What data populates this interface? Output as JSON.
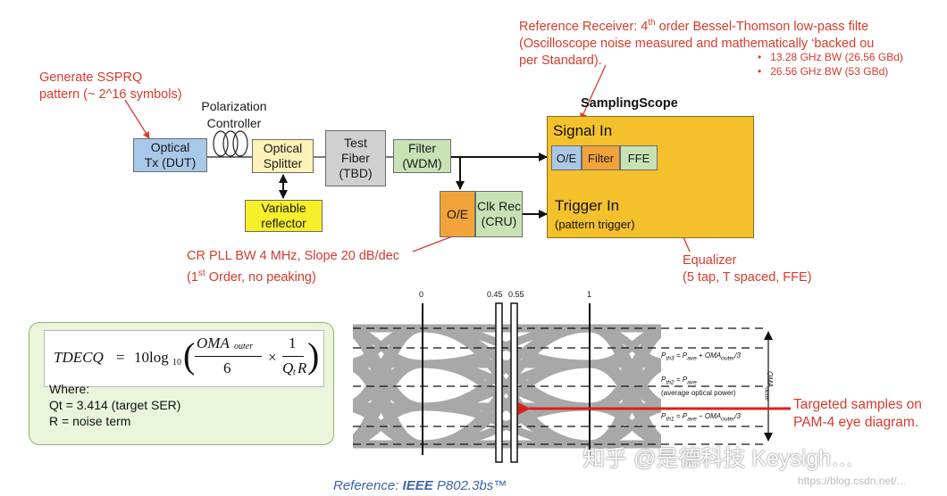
{
  "annotations": {
    "ref_receiver": {
      "line1": "Reference Receiver:  4",
      "line1_sup": "th",
      "line1_rest": " order Bessel-Thomson low-pass filte",
      "line2": "(Oscilloscope noise measured and mathematically ‘backed ou",
      "line3": "per Standard).",
      "bullets": [
        "13.28 GHz BW (26.56 GBd)",
        "26.56 GHz BW (53 GBd)"
      ]
    },
    "sspr": {
      "line1": "Generate SSPRQ",
      "line2": "pattern (~ 2^16 symbols)"
    },
    "polarization": {
      "line1": "Polarization",
      "line2": "Controller"
    },
    "cr_pll": {
      "line1": "CR PLL BW 4 MHz, Slope 20 dB/dec",
      "line2_pre": "(1",
      "line2_sup": "st",
      "line2_rest": " Order, no peaking)"
    },
    "equalizer": {
      "line1": "Equalizer",
      "line2": "(5 tap, T spaced, FFE)"
    },
    "targeted": {
      "line1": "Targeted samples on",
      "line2": "PAM-4 eye diagram."
    }
  },
  "blocks": {
    "optical_tx": {
      "line1": "Optical",
      "line2": "Tx (DUT)"
    },
    "optical_splitter": {
      "line1": "Optical",
      "line2": "Splitter"
    },
    "test_fiber": {
      "line1": "Test",
      "line2": "Fiber",
      "line3": "(TBD)"
    },
    "filter_wdm": {
      "line1": "Filter",
      "line2": "(WDM)"
    },
    "variable_reflector": {
      "line1": "Variable",
      "line2": "reflector"
    },
    "oe_outer": "O/E",
    "clk_rec": {
      "line1": "Clk Rec",
      "line2": "(CRU)"
    }
  },
  "scope": {
    "title": "SamplingScope",
    "signal_in": "Signal In",
    "oe": "O/E",
    "filter": "Filter",
    "ffe": "FFE",
    "trigger_in": "Trigger In",
    "trigger_sub": "(pattern trigger)"
  },
  "formula": {
    "lhs": "TDECQ",
    "eq": "=",
    "coef": "10log",
    "sub10": "10",
    "num": "OMA",
    "num_sub": "outer",
    "den": "6",
    "times": "×",
    "num2": "1",
    "den2_q": "Q",
    "den2_t": "t",
    "den2_r": "R",
    "where": "Where:",
    "qt": "Qt = 3.414 (target SER)",
    "r": "R = noise term"
  },
  "eye": {
    "tick_0": "0",
    "tick_045": "0.45",
    "tick_055": "0.55",
    "tick_1": "1",
    "pth3": "P",
    "pth3_sub": "th3",
    "pth3_rest": " = P",
    "pth3_ave": "ave",
    "pth3_tail": " + OMA",
    "pth3_outer": "outer",
    "pth3_end": "/3",
    "pth2": "P",
    "pth2_sub": "th2",
    "pth2_rest": " = P",
    "pth2_ave": "ave",
    "pth2_note": "(average optical power)",
    "pth1": "P",
    "pth1_sub": "th1",
    "pth1_rest": " = P",
    "pth1_ave": "ave",
    "pth1_tail": " − OMA",
    "pth1_outer": "outer",
    "pth1_end": "/3",
    "oma_label": "OMA",
    "oma_sub": "outer"
  },
  "reference": {
    "prefix": "Reference:  ",
    "ieee": "IEEE",
    "std": " P802.3bs™"
  },
  "watermark": {
    "main": "知乎 @是德科技 Keysigh…",
    "url": "https://blog.csdn.net/..."
  },
  "colors": {
    "annotation_red": "#d93a2b",
    "tx_blue": "#a9c8e8",
    "splitter_yellow": "#fff2b8",
    "fiber_gray": "#d0d0d0",
    "filter_green": "#c7e3b6",
    "reflector_yellow": "#f6ef29",
    "oe_orange": "#f2a43a",
    "scope_gold": "#f4c12d",
    "formula_bg": "#ebf5dc",
    "eye_gray": "#9a9a9a",
    "eye_blue": "#3b4ec4"
  }
}
